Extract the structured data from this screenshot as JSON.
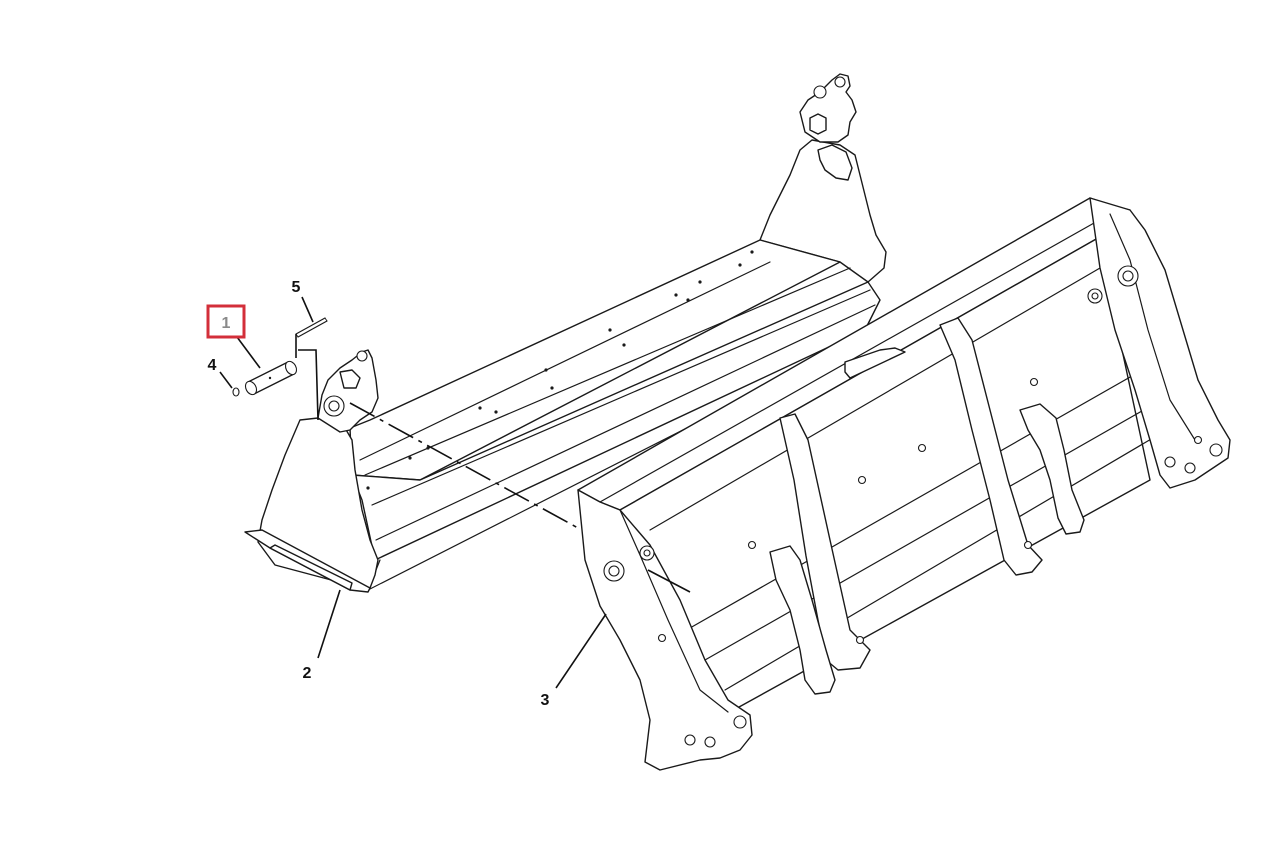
{
  "callouts": [
    {
      "id": "1",
      "label": "1",
      "highlighted": true
    },
    {
      "id": "2",
      "label": "2",
      "highlighted": false
    },
    {
      "id": "3",
      "label": "3",
      "highlighted": false
    },
    {
      "id": "4",
      "label": "4",
      "highlighted": false
    },
    {
      "id": "5",
      "label": "5",
      "highlighted": false
    }
  ],
  "colors": {
    "line": "#1a1a1a",
    "highlight_box": "#d32f3a",
    "highlight_text": "#8a8a8a",
    "background": "#ffffff"
  }
}
